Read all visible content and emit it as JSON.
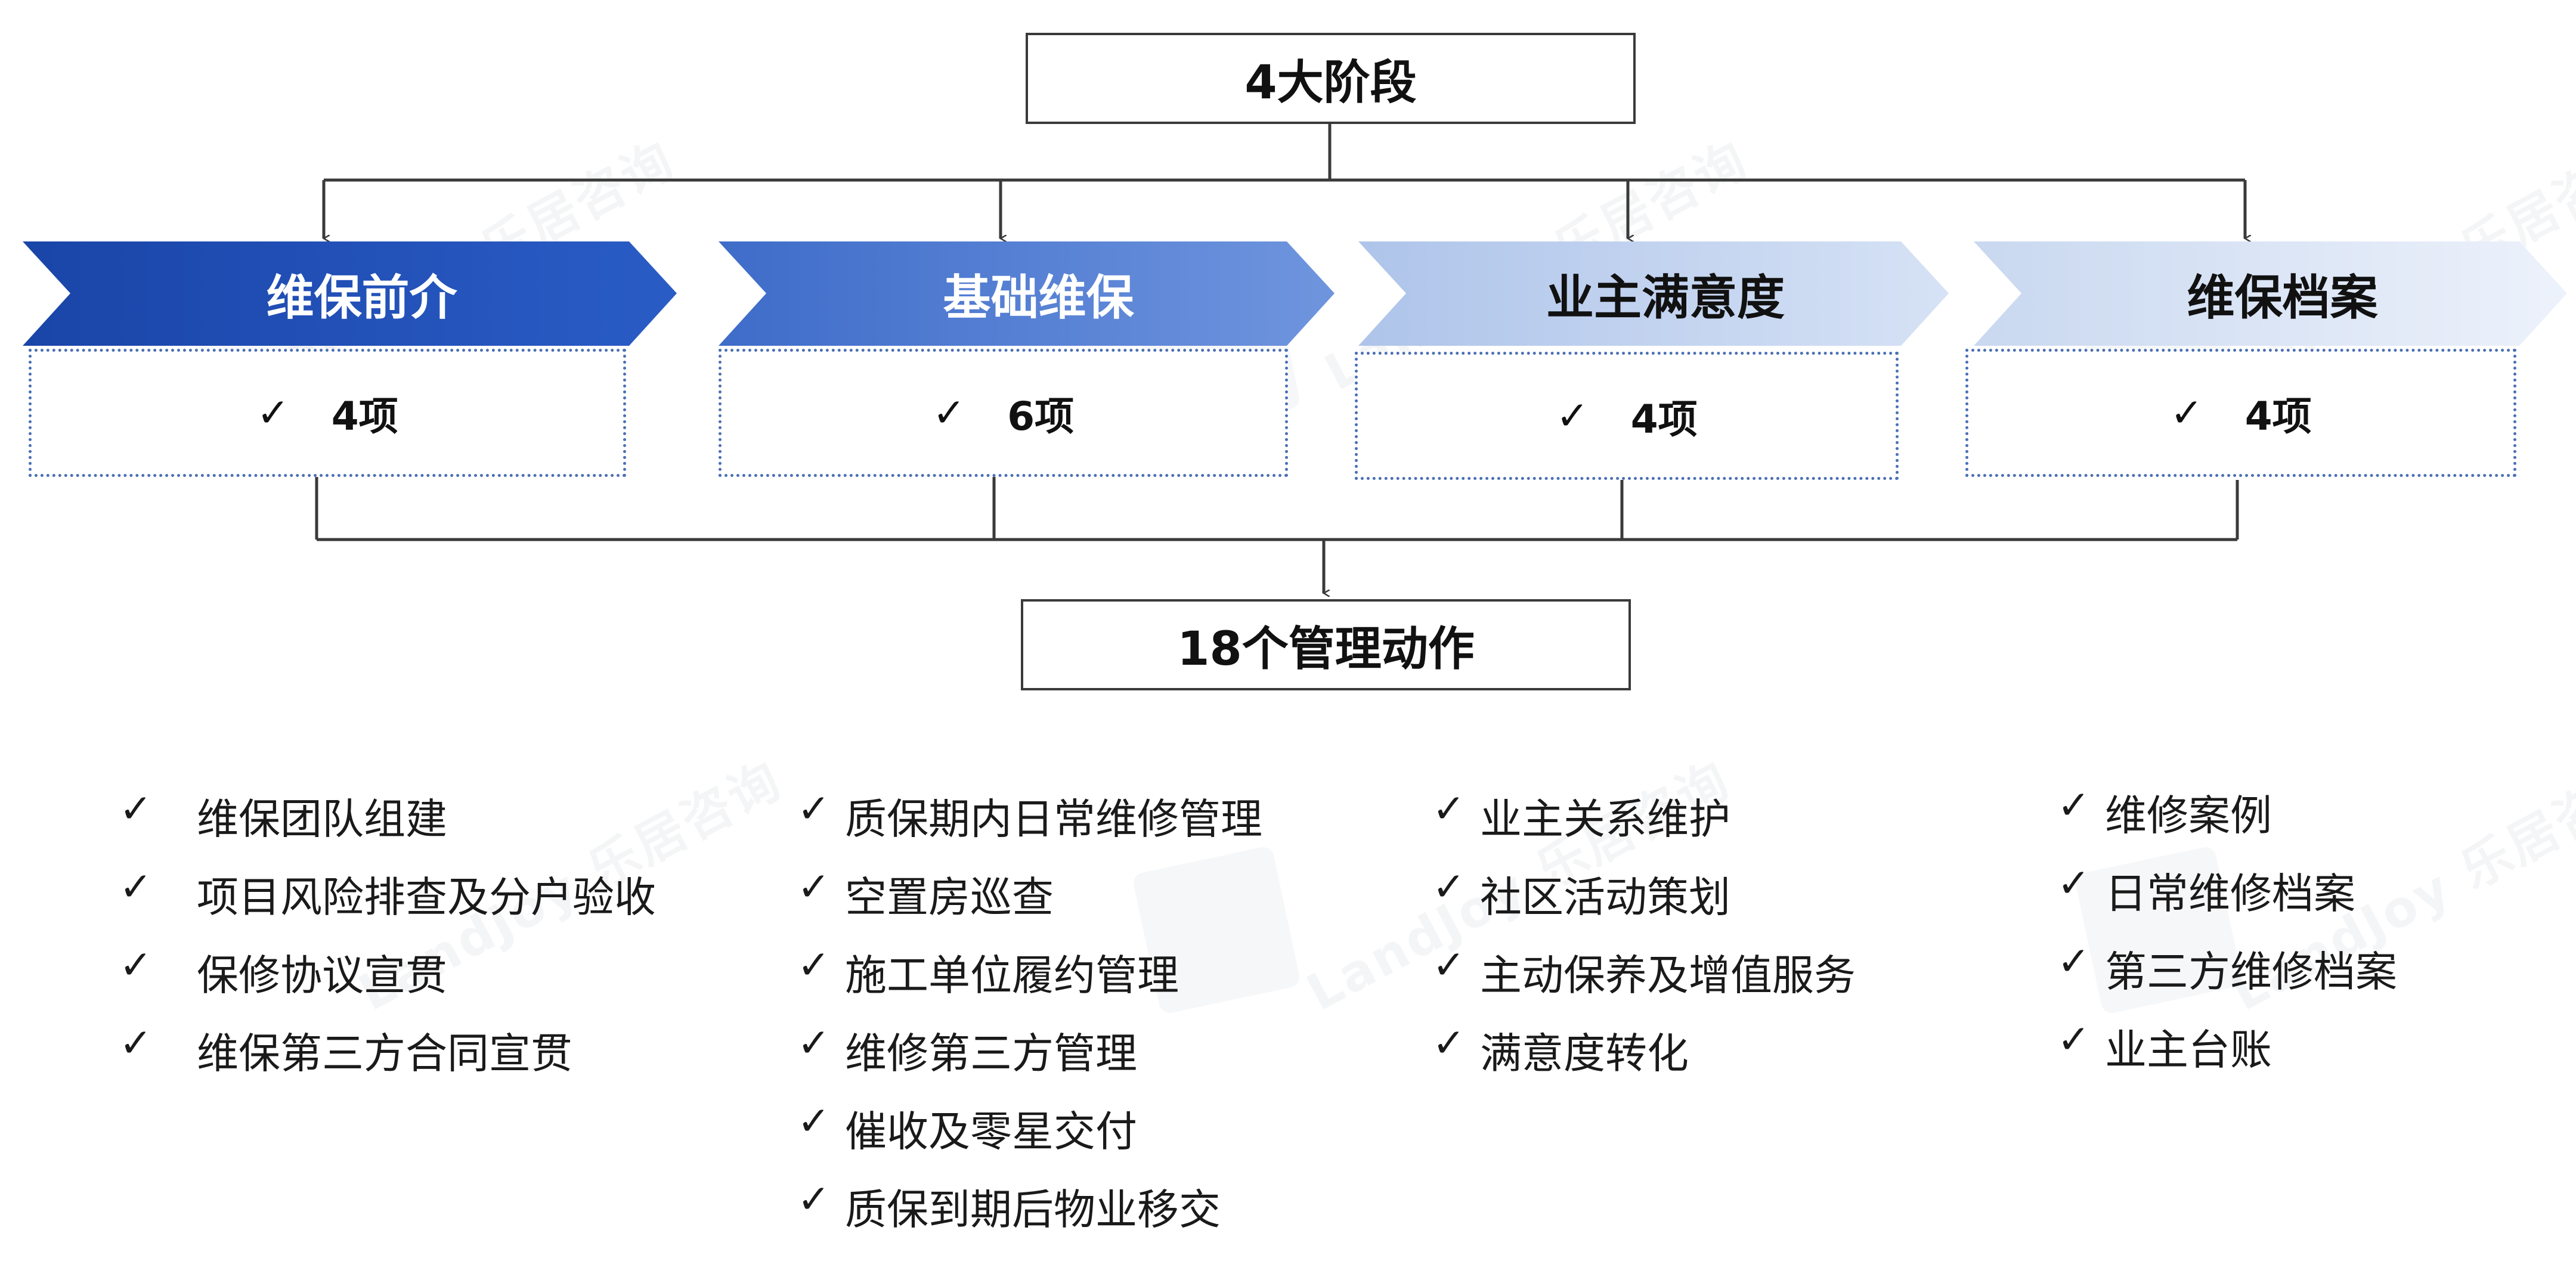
{
  "diagram": {
    "top_box": "4大阶段",
    "stages": [
      {
        "title": "维保前介",
        "count": "4项",
        "fill": "#1f50b8",
        "text_color": "#ffffff"
      },
      {
        "title": "基础维保",
        "count": "6项",
        "fill": "#4a78d2",
        "text_color": "#ffffff"
      },
      {
        "title": "业主满意度",
        "count": "4项",
        "fill": "#c6d6ef",
        "text_color": "#111111"
      },
      {
        "title": "维保档案",
        "count": "4项",
        "fill": "#e0e9f7",
        "text_color": "#111111"
      }
    ],
    "bottom_box": "18个管理动作",
    "check_mark": "✓",
    "lists": [
      [
        "维保团队组建",
        "项目风险排查及分户验收",
        "保修协议宣贯",
        "维保第三方合同宣贯"
      ],
      [
        "质保期内日常维修管理",
        "空置房巡查",
        "施工单位履约管理",
        "维修第三方管理",
        "催收及零星交付",
        "质保到期后物业移交"
      ],
      [
        "业主关系维护",
        "社区活动策划",
        "主动保养及增值服务",
        "满意度转化"
      ],
      [
        "维修案例",
        "日常维修档案",
        "第三方维修档案",
        "业主台账"
      ]
    ]
  },
  "watermark": "LandJoy 乐居咨询",
  "colors": {
    "line": "#3a3a3a",
    "card_border": "#4a6fb5"
  }
}
